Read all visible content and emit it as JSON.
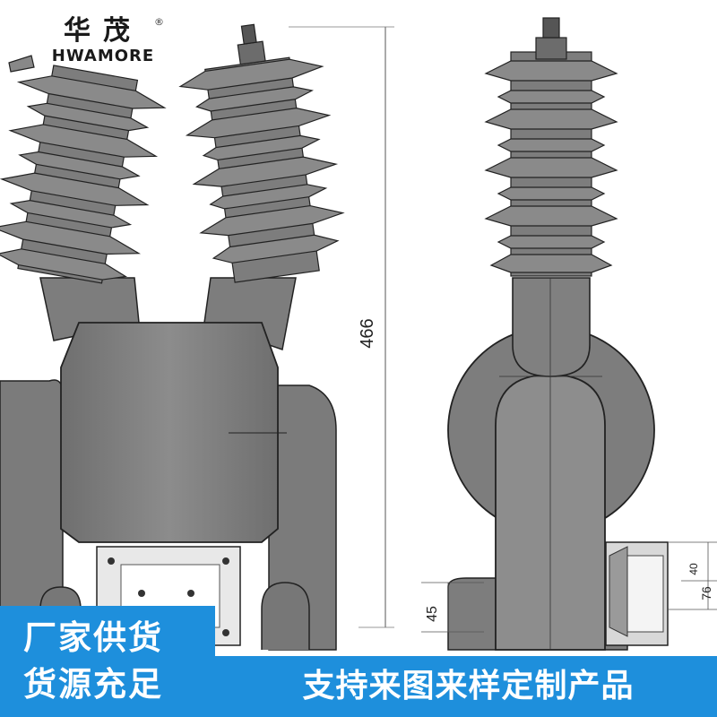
{
  "brand": {
    "name_cn": "华茂",
    "name_en": "HWAMORE",
    "reg_mark": "®"
  },
  "drawing": {
    "dimensions": {
      "overall_height": "466",
      "base_height": "45",
      "terminal_box_inner": "40",
      "terminal_box_outer": "76"
    }
  },
  "promo": {
    "line1": "厂家供货",
    "line2": "货源充足"
  },
  "banner": {
    "slogan": "支持来图来样定制产品"
  },
  "colors": {
    "accent_blue": "#1e8fdc",
    "body_gray": "#7d7d7d",
    "shed_gray": "#8a8a8a",
    "outline": "#2a2a2a"
  }
}
